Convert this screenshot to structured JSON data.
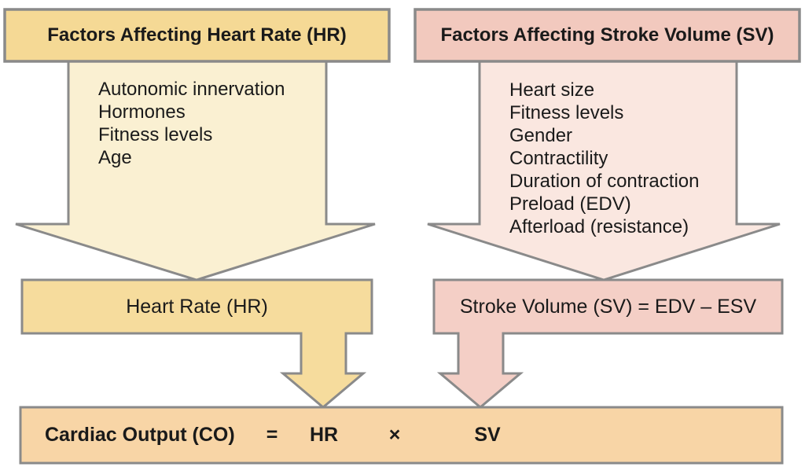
{
  "diagram": {
    "title_semantic": "Cardiac output flowchart",
    "colors": {
      "background": "#ffffff",
      "border": "#8a8a8a",
      "text": "#1a1a1a",
      "hr_header_fill": "#f5d995",
      "hr_arrow_fill": "#faf0d2",
      "hr_result_fill": "#f6dc9d",
      "sv_header_fill": "#f2c9be",
      "sv_arrow_fill": "#fae7e0",
      "sv_result_fill": "#f4cfc6",
      "output_fill": "#f8d5a6"
    },
    "left": {
      "header": "Factors Affecting Heart Rate (HR)",
      "factors": [
        "Autonomic innervation",
        "Hormones",
        "Fitness levels",
        "Age"
      ],
      "result_label": "Heart Rate (HR)"
    },
    "right": {
      "header": "Factors Affecting Stroke Volume (SV)",
      "factors": [
        "Heart size",
        "Fitness levels",
        "Gender",
        "Contractility",
        "Duration of contraction",
        "Preload (EDV)",
        "Afterload (resistance)"
      ],
      "result_label": "Stroke Volume (SV) = EDV – ESV"
    },
    "output": {
      "label": "Cardiac Output (CO)",
      "equals_sign": "=",
      "hr_term": "HR",
      "times_sign": "×",
      "sv_term": "SV"
    }
  }
}
